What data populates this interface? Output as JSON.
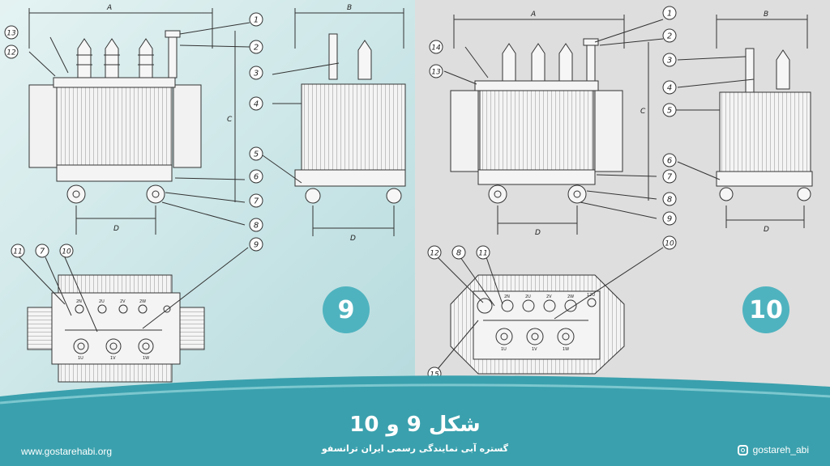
{
  "figure_9": {
    "badge": "9",
    "dims": {
      "a": "A",
      "b": "B",
      "c": "C",
      "d_front": "D",
      "d_side": "D"
    },
    "callouts_right": [
      "1",
      "2",
      "3",
      "4",
      "5",
      "6",
      "7",
      "8",
      "9"
    ],
    "callouts_left": [
      "13",
      "12"
    ],
    "callouts_top": [
      "11",
      "7",
      "10"
    ],
    "terminal_labels_low": [
      "2N",
      "2U",
      "2V",
      "2W"
    ],
    "terminal_labels_high": [
      "1U",
      "1V",
      "1W"
    ]
  },
  "figure_10": {
    "badge": "10",
    "dims": {
      "a": "A",
      "b": "B",
      "c": "C",
      "d_front": "D",
      "d_side": "D"
    },
    "callouts_right": [
      "1",
      "2",
      "3",
      "4",
      "5",
      "6",
      "7",
      "8",
      "9",
      "10"
    ],
    "callouts_left": [
      "14",
      "13"
    ],
    "callouts_top": [
      "12",
      "8",
      "11"
    ],
    "callout_bottom": "15",
    "terminal_labels_low": [
      "2N",
      "2U",
      "2V",
      "2W",
      "12U"
    ],
    "terminal_labels_high": [
      "1U",
      "1V",
      "1W"
    ]
  },
  "footer": {
    "title": "شکل 9 و 10",
    "subtitle": "گستره آبی نمایندگی رسمی ایران ترانسفو",
    "website": "www.gostarehabi.org",
    "instagram": "gostareh_abi"
  },
  "colors": {
    "left_bg": "#a9d5d8",
    "right_bg": "#dedede",
    "badge": "#4fb3bf",
    "footer": "#3aa0ad",
    "line": "#333333"
  }
}
